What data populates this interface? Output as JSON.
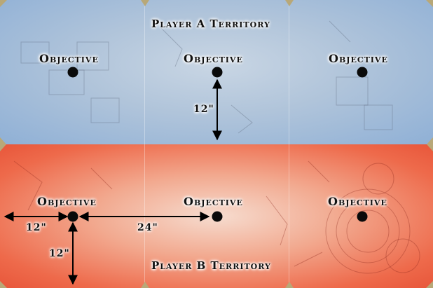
{
  "zones": {
    "top": {
      "title": "Player A Territory",
      "color": "#a8c0dc"
    },
    "bottom": {
      "title": "Player B Territory",
      "color": "#ee6a4b"
    }
  },
  "objectives": [
    {
      "label": "Objective"
    },
    {
      "label": "Objective"
    },
    {
      "label": "Objective"
    },
    {
      "label": "Objective"
    },
    {
      "label": "Objective"
    },
    {
      "label": "Objective"
    }
  ],
  "distances": {
    "a_middle_to_center": "12\"",
    "b_left_to_edge": "12\"",
    "b_left_to_middle": "24\"",
    "b_left_to_bottom": "12\""
  },
  "colors": {
    "objective_marker": "#0a0a0a",
    "arrow": "#000000"
  }
}
